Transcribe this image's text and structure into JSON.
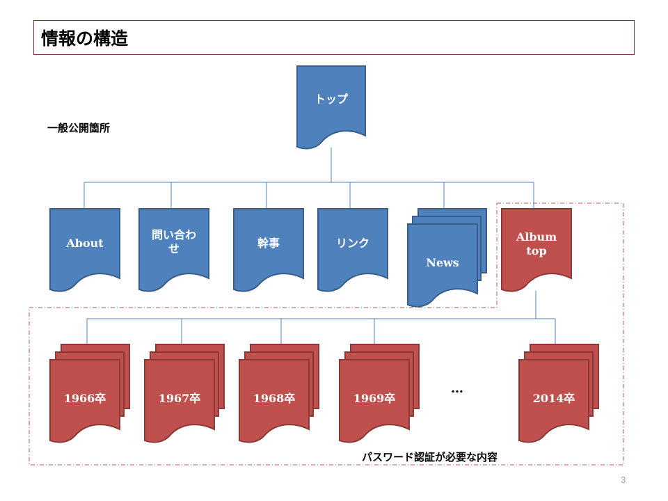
{
  "title": "情報の構造",
  "labels": {
    "public": "一般公開箇所",
    "private": "パスワード認証が必要な内容",
    "ellipsis": "…",
    "page_number": "3"
  },
  "colors": {
    "blue_fill": "#4f81bd",
    "blue_stroke": "#385d8a",
    "red_fill": "#c0504d",
    "red_stroke": "#8c3836",
    "line": "#4f81bd",
    "dash_border": "#c0504d"
  },
  "nodes": {
    "top": "トップ",
    "about": "About",
    "contact_line1": "問い合わ",
    "contact_line2": "せ",
    "organizer": "幹事",
    "link": "リンク",
    "news": "News",
    "album_line1": "Album",
    "album_line2": "top"
  },
  "years": [
    "1966卒",
    "1967卒",
    "1968卒",
    "1969卒",
    "2014卒"
  ]
}
